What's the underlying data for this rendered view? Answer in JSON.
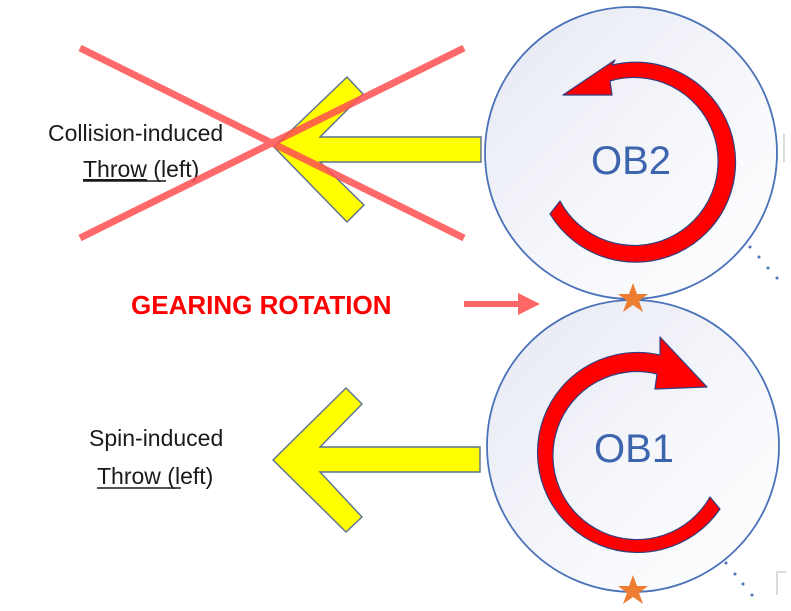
{
  "diagram": {
    "top_ball": {
      "label": "OB2",
      "rotation": "counterclockwise",
      "throw_label_line1": "Collision-induced",
      "throw_label_line2_underlined": "Throw",
      "throw_label_line2_rest": " (left)",
      "throw_direction": "left",
      "crossed_out": true
    },
    "bottom_ball": {
      "label": "OB1",
      "rotation": "clockwise",
      "throw_label_line1": "Spin-induced",
      "throw_label_line2_underlined": "Throw",
      "throw_label_line2_rest": " (left)",
      "throw_direction": "left",
      "crossed_out": false
    },
    "contact_annotation": "GEARING ROTATION",
    "contact_marker": "star-icon"
  },
  "colors": {
    "ball_outline": "#4a72b8",
    "ball_fill_light": "#ffffff",
    "ball_fill_shade": "#e8eaf4",
    "ball_label": "#3d65ae",
    "rotation_arrow": "#ff0000",
    "rotation_arrow_outline": "#2f3f80",
    "throw_arrow_fill": "#ffff00",
    "throw_arrow_outline": "#5a7090",
    "cross_out": "#ff5050",
    "gearing_text": "#ff0000",
    "gearing_arrow": "#ff6666",
    "star": "#ed7d31"
  }
}
